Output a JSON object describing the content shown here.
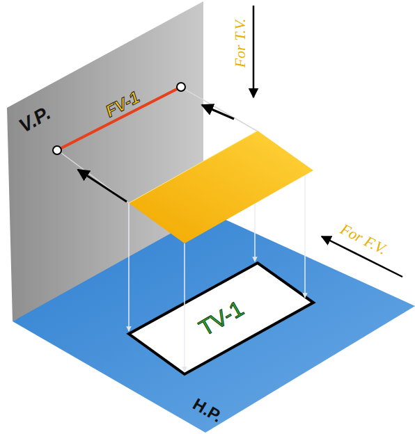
{
  "diagram": {
    "nodes": [
      {
        "text": [
          "V.P."
        ]
      },
      {
        "text": [
          "H.P."
        ]
      },
      {
        "text": [
          "TV-1"
        ],
        "in": 1
      }
    ],
    "labels": [
      "FV-1",
      "For T.V.",
      "For F.V."
    ]
  }
}
